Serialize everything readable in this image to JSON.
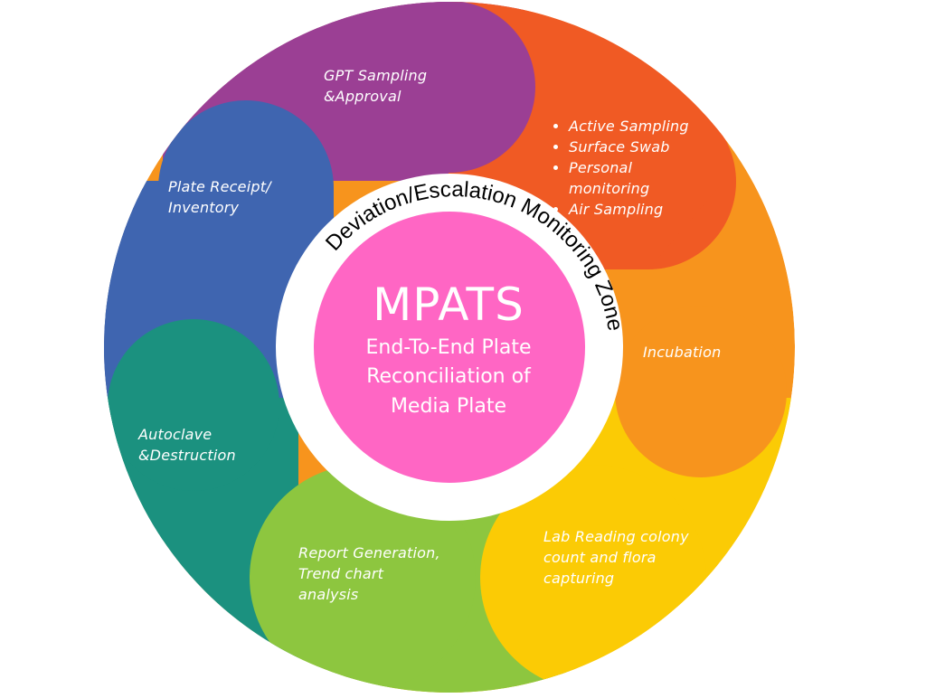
{
  "diagram": {
    "center": {
      "title": "MPATS",
      "subtitle_lines": [
        "End-To-End Plate",
        "Reconciliation of",
        "Media Plate"
      ],
      "color": "#ff66c4"
    },
    "ring_label": "Deviation/Escalation Monitoring Zone",
    "segments": [
      {
        "name": "sampling",
        "color": "#f05a24",
        "items": [
          "Active Sampling",
          "Surface Swab",
          "Personal monitoring",
          "Air Sampling"
        ]
      },
      {
        "name": "incubation",
        "color": "#f7941d",
        "lines": [
          "Incubation"
        ]
      },
      {
        "name": "lab-reading",
        "color": "#fbcb05",
        "lines": [
          "Lab Reading colony",
          "count and flora",
          "capturing"
        ]
      },
      {
        "name": "report",
        "color": "#8dc63f",
        "lines": [
          "Report Generation,",
          "Trend chart",
          "analysis"
        ]
      },
      {
        "name": "autoclave",
        "color": "#1b917f",
        "lines": [
          "Autoclave",
          "&Destruction"
        ]
      },
      {
        "name": "plate-receipt",
        "color": "#3f65b0",
        "lines": [
          "Plate Receipt/",
          "Inventory"
        ]
      },
      {
        "name": "gpt",
        "color": "#9b3f94",
        "lines": [
          "GPT Sampling",
          "&Approval"
        ]
      }
    ]
  }
}
